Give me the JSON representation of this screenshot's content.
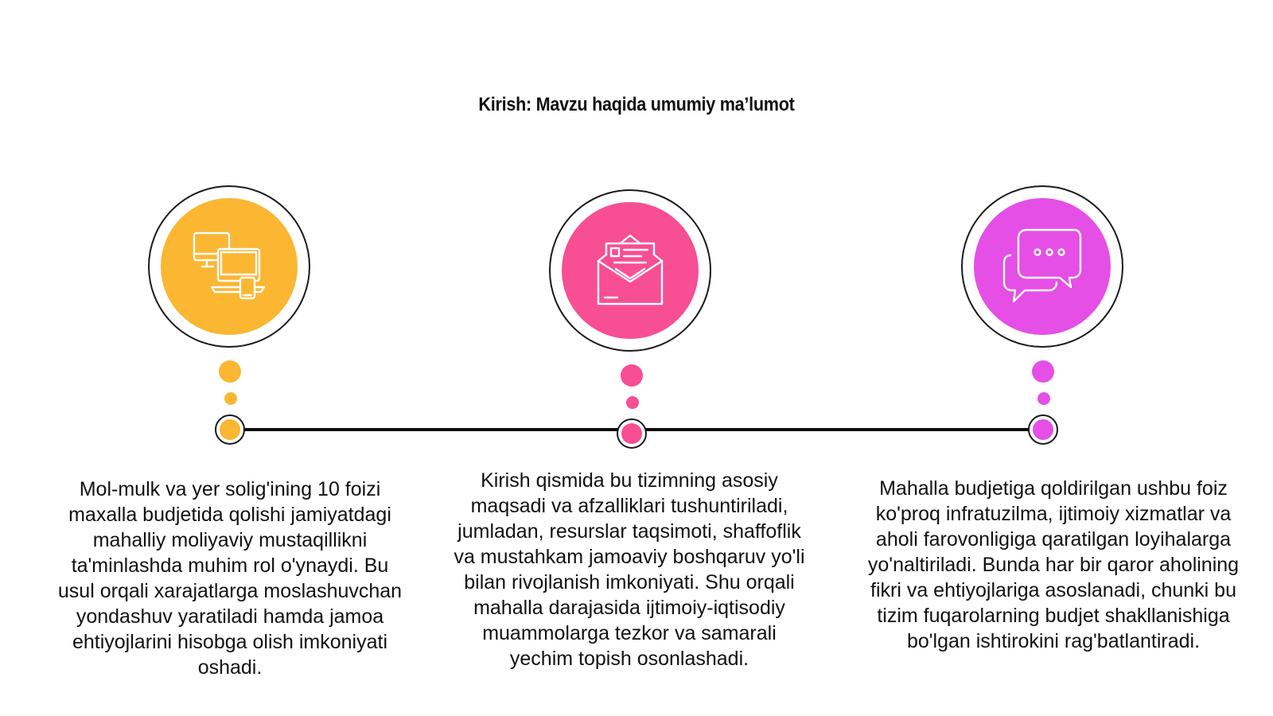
{
  "title": "Kirish: Mavzu haqida umumiy ma’lumot",
  "colors": {
    "orange": "#FBB632",
    "pink": "#F74E94",
    "magenta": "#E54FE6",
    "line": "#0D0D0D"
  },
  "steps": [
    {
      "icon": "devices-icon",
      "text": "Mol-mulk va yer solig'ining 10 foizi maxalla budjetida qolishi jamiyatdagi mahalliy moliyaviy mustaqillikni ta'minlashda muhim rol o'ynaydi. Bu usul orqali xarajatlarga moslashuvchan yondashuv yaratiladi hamda jamoa ehtiyojlarini hisobga olish imkoniyati oshadi."
    },
    {
      "icon": "envelope-letter-icon",
      "text": "Kirish qismida bu tizimning asosiy maqsadi va afzalliklari tushuntiriladi, jumladan, resurslar taqsimoti, shaffoflik va mustahkam jamoaviy boshqaruv yo'li bilan rivojlanish imkoniyati. Shu orqali mahalla darajasida ijtimoiy-iqtisodiy muammolarga tezkor va samarali yechim topish osonlashadi."
    },
    {
      "icon": "chat-bubbles-icon",
      "text": "Mahalla budjetiga qoldirilgan ushbu foiz ko'proq infratuzilma, ijtimoiy xizmatlar va aholi farovonligiga qaratilgan loyihalarga yo'naltiriladi. Bunda har bir qaror aholining fikri va ehtiyojlariga asoslanadi, chunki bu tizim fuqarolarning budjet shakllanishiga bo'lgan ishtirokini rag'batlantiradi."
    }
  ]
}
